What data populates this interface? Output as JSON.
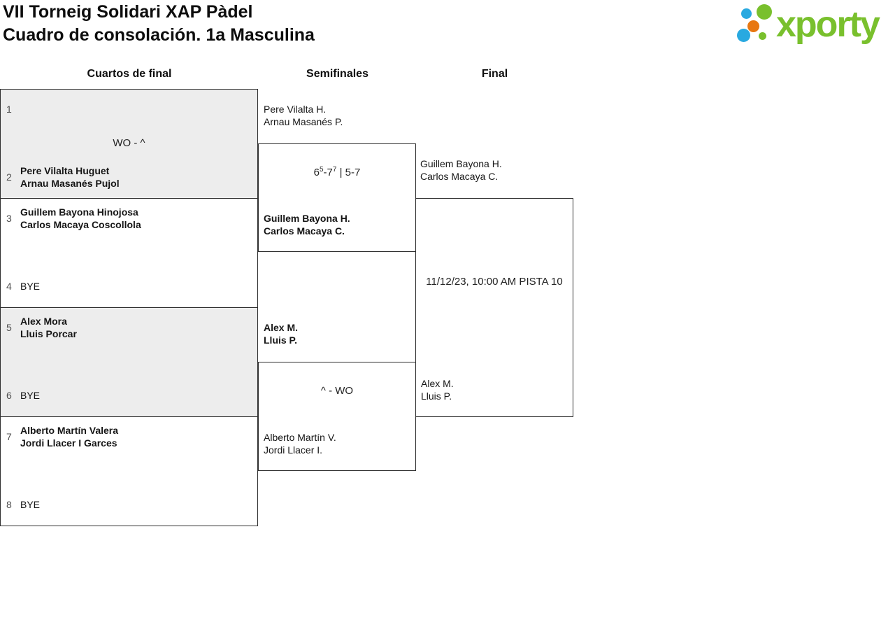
{
  "header": {
    "title_line1": "VII Torneig Solidari XAP Pàdel",
    "title_line2": "Cuadro de consolación. 1a Masculina"
  },
  "logo": {
    "text": "xporty",
    "green": "#79c02d",
    "blue": "#29a9e0",
    "orange": "#e87711"
  },
  "columns": {
    "quarterfinals": "Cuartos de final",
    "semifinals": "Semifinales",
    "final": "Final"
  },
  "colors": {
    "match_border": "#2e2e2e",
    "match_alt_background": "#ededed"
  },
  "quarterfinals": [
    {
      "top_seed": "1",
      "top_name1": "",
      "top_name2": "",
      "score": "WO - ^",
      "bottom_seed": "2",
      "bottom_name1": "Pere Vilalta Huguet",
      "bottom_name2": "Arnau Masanés Pujol"
    },
    {
      "top_seed": "3",
      "top_name1": "Guillem Bayona Hinojosa",
      "top_name2": "Carlos Macaya Coscollola",
      "score": "",
      "bottom_seed": "4",
      "bottom_name1": "BYE",
      "bottom_name2": ""
    },
    {
      "top_seed": "5",
      "top_name1": "Alex Mora",
      "top_name2": "Lluis Porcar",
      "score": "",
      "bottom_seed": "6",
      "bottom_name1": "BYE",
      "bottom_name2": ""
    },
    {
      "top_seed": "7",
      "top_name1": "Alberto Martín Valera",
      "top_name2": "Jordi Llacer I Garces",
      "score": "",
      "bottom_seed": "8",
      "bottom_name1": "BYE",
      "bottom_name2": ""
    }
  ],
  "semifinals": [
    {
      "top_name1": "Pere Vilalta H.",
      "top_name2": "Arnau Masanés P.",
      "score_parts": {
        "a": "6",
        "a_sup": "5",
        "b": "-7",
        "b_sup": "7",
        "rest": " | 5-7"
      },
      "bottom_name1": "Guillem Bayona H.",
      "bottom_name2": "Carlos Macaya C."
    },
    {
      "top_name1": "Alex M.",
      "top_name2": "Lluis P.",
      "score": "^ - WO",
      "bottom_name1": "Alberto Martín V.",
      "bottom_name2": "Jordi Llacer I."
    }
  ],
  "final": {
    "top_name1": "Guillem Bayona H.",
    "top_name2": "Carlos Macaya C.",
    "schedule": "11/12/23, 10:00 AM PISTA 10",
    "bottom_name1": "Alex M.",
    "bottom_name2": "Lluis P."
  }
}
